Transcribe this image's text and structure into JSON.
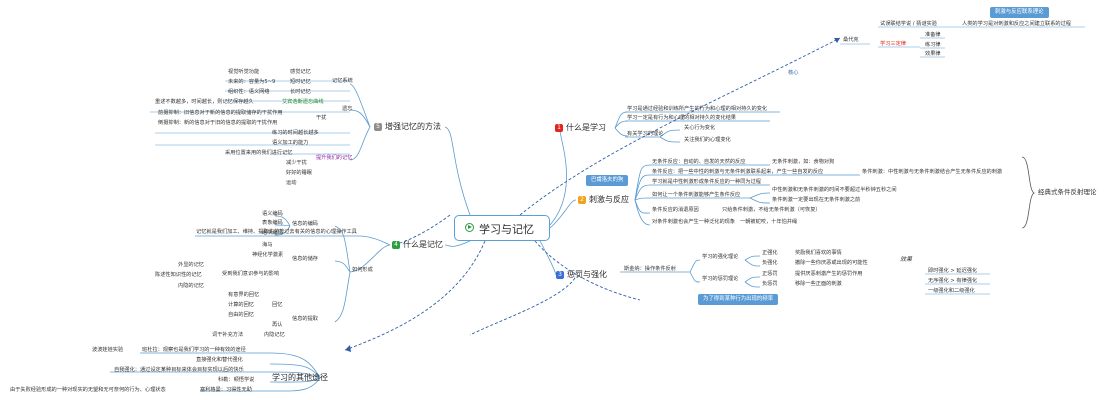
{
  "center": {
    "title": "学习与记忆",
    "icon": "play-circle-icon"
  },
  "colors": {
    "line": "#5a9bd0",
    "dashed": "#2f5fa8",
    "callout": "#5b9bd5",
    "accent_red": "#e0261d"
  },
  "topics": {
    "t1": {
      "num": "1",
      "label": "什么是学习"
    },
    "t2": {
      "num": "2",
      "label": "刺激与反应"
    },
    "t3": {
      "num": "3",
      "label": "惩罚与强化"
    },
    "t4": {
      "num": "4",
      "label": "什么是记忆"
    },
    "t5": {
      "num": "5",
      "label": "增强记忆的方法"
    },
    "t6": {
      "label": "学习的其他途径"
    }
  },
  "callouts": {
    "c1": "刺激与反应联系理论",
    "c2": "巴甫洛夫的狗",
    "c3": "为了得到某种行为出现的频率",
    "link_label": "核心"
  },
  "learning": {
    "b1": "学习是通过经验和训练所产生的行为和心理的相对持久的变化",
    "b2": "学习一定是有行为和心理的相对持久的变化结果",
    "b3": "有关学习的理论",
    "b3a": "关心行为变化",
    "b3b": "关注我们的心理变化",
    "kemeike": "桑代克",
    "k1": "试误联结学说 / 猜谜实验",
    "k1r": "人类的学习是对刺激和反应之间建立联系的过程",
    "laws": "学习三定律",
    "law1": "准备律",
    "law2": "练习律",
    "law3": "效果律"
  },
  "stimulus": {
    "s1": "无条件反应：自动的、自发的天然的反应",
    "s1r": "无条件刺激，如：食物对狗",
    "s2": "条件反应：把一些中性的刺激与无条件刺激联系起来，产生一些自发的反应",
    "s2r": "条件刺激：中性刺激与无条件刺激结合产生无条件反应的刺激",
    "s3": "学习就是中性刺激形成条件反应的一种同为过程",
    "s4": "如何让一个条件刺激能够产生条件反应",
    "s4a": "中性刺激和无条件刺激的时间不要超过半秒钟五秒之间",
    "s4b": "条件刺激一定要出现在无条件刺激之前",
    "s5": "条件反应的消退原因",
    "s5r": "只给条件刺激，不给无条件刺激（可恢复）",
    "s6": "对条件刺激也会产生一种泛化的现象",
    "s6r": "一朝被蛇咬，十年怕井绳",
    "classic": "经典式条件反射理论"
  },
  "reinforce": {
    "skinner": "斯金纳：操作条件反射",
    "g1": "学习的强化理论",
    "g1a": "正强化",
    "g1ar": "奖励我们喜欢的事情",
    "g1b": "负强化",
    "g1br": "撤除一些你厌恶或出现的可能性",
    "g2": "学习的惩罚理论",
    "g2a": "正惩罚",
    "g2ar": "提供厌恶刺激产生的惩罚作用",
    "g2b": "负惩罚",
    "g2br": "移除一些正面的刺激",
    "effect": "效果",
    "e1": "即时强化 > 延迟强化",
    "e2": "无序强化 > 有律强化",
    "e3": "一级强化和二级强化"
  },
  "memory": {
    "def": "记忆就是我们加工、维持、提取先前曾过去有关的信息的心理操作工具",
    "form": "如何形成",
    "enc": "信息的编码",
    "enc1": "语义编码",
    "enc2": "表象编码",
    "enc3": "组块编码",
    "store": "信息的储存",
    "st1": "海马",
    "st2": "神经化学激素",
    "st3": "受到我们意识参与的影响",
    "st3a": "外显的记忆",
    "st3b": "陈述性知识性的记忆",
    "st3c": "内隐的记忆",
    "retr": "信息的提取",
    "r1": "有意界的回忆",
    "r2": "计算的回忆",
    "r3": "自由的回忆",
    "recall": "回忆",
    "recog": "再认",
    "implicit": "内隐记忆",
    "r4": "词干补充方法"
  },
  "improve": {
    "sys": "记忆系统",
    "m1": "感觉记忆",
    "m1l": "视觉听觉功能",
    "m2": "短时记忆",
    "m2l": "未来的：容量为5~9",
    "m3": "长时记忆",
    "m3l": "组织性：语义网络",
    "forget": "遗忘",
    "ebb": "艾宾浩斯遗忘曲线",
    "ebbl": "重述不数越多，时间越长，则记忆保存越久",
    "interf": "干扰",
    "pro": "前摄抑制：旧信息对于新的信息的提取储存的干扰作用",
    "retro": "倒摄抑制：新的信息对于旧的信息的提取的干扰作用",
    "boost": "提升我们的记忆",
    "b1": "练习的时间越长越多",
    "b2": "语义加工的能力",
    "b3": "采用位置来用的我们进行记忆",
    "b4": "减少干扰",
    "b5": "好好的睡眠",
    "b6": "运动"
  },
  "other": {
    "o1": "班杜拉：观察也是我们学习的一种有效的途径",
    "o1l": "波波娃娃实验",
    "o2": "直接强化和替代强化",
    "o3": "自我强化：通过设定某种目标来体会目标实现以后的快乐",
    "o4": "科勒：顿悟学说",
    "o5": "塞利格曼：习得性无助",
    "o5l": "由于失败经验形成的一种对现实的无望和无可奈何的行为、心理状态"
  }
}
